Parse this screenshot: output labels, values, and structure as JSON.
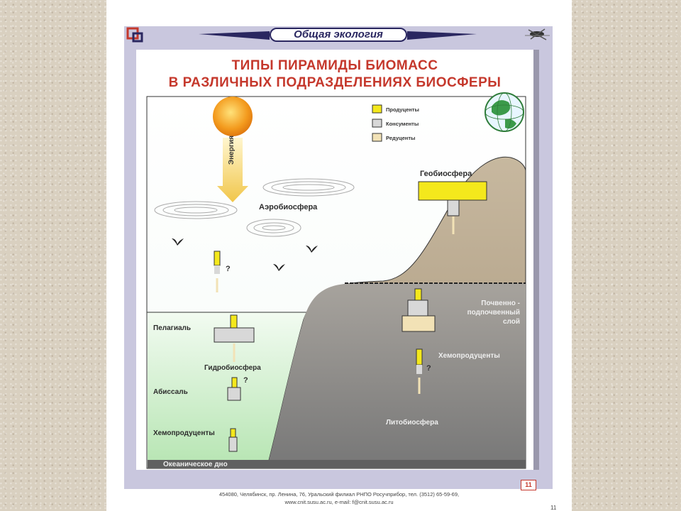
{
  "header": {
    "subject_title": "Общая экология",
    "title_line1": "ТИПЫ ПИРАМИДЫ БИОМАСС",
    "title_line2": "В РАЗЛИЧНЫХ ПОДРАЗДЕЛЕНИЯХ БИОСФЕРЫ"
  },
  "legend": [
    {
      "label": "Продуценты",
      "color": "#f4e81c"
    },
    {
      "label": "Консументы",
      "color": "#d8d8d8"
    },
    {
      "label": "Редуценты",
      "color": "#f2e2b6"
    }
  ],
  "diagram": {
    "energy_label": "Энергия",
    "aerobiosphere": "Аэробиосфера",
    "geobiosphere": "Геобиосфера",
    "pelagial": "Пелагиаль",
    "hydrobiosphere": "Гидробиосфера",
    "abyssal": "Абиссаль",
    "chemoproducers_ocean": "Хемопродуценты",
    "ocean_floor": "Океаническое дно",
    "soil_line1": "Почвенно -",
    "soil_line2": "подпочвенный",
    "soil_line3": "слой",
    "chemoproducers_land": "Хемопродуценты",
    "lithobiosphere": "Литобиосфера",
    "question_mark": "?"
  },
  "footer": {
    "line1": "454080, Челябинск, пр. Ленина, 76, Уральский филиал РНПО Росучприбор, тел. (3512) 65-59-69,",
    "line2": "www.cnit.susu.ac.ru, e-mail: f@cnit.susu.ac.ru",
    "page_number": "11",
    "corner_number": "11"
  },
  "colors": {
    "title_red": "#c5382c",
    "producers": "#f4e81c",
    "consumers": "#d8d8d8",
    "reducers": "#f2e2b6",
    "water": "#c8ecc4",
    "mountain": "#b8a78e",
    "lithosphere": "#8a8a8a"
  }
}
